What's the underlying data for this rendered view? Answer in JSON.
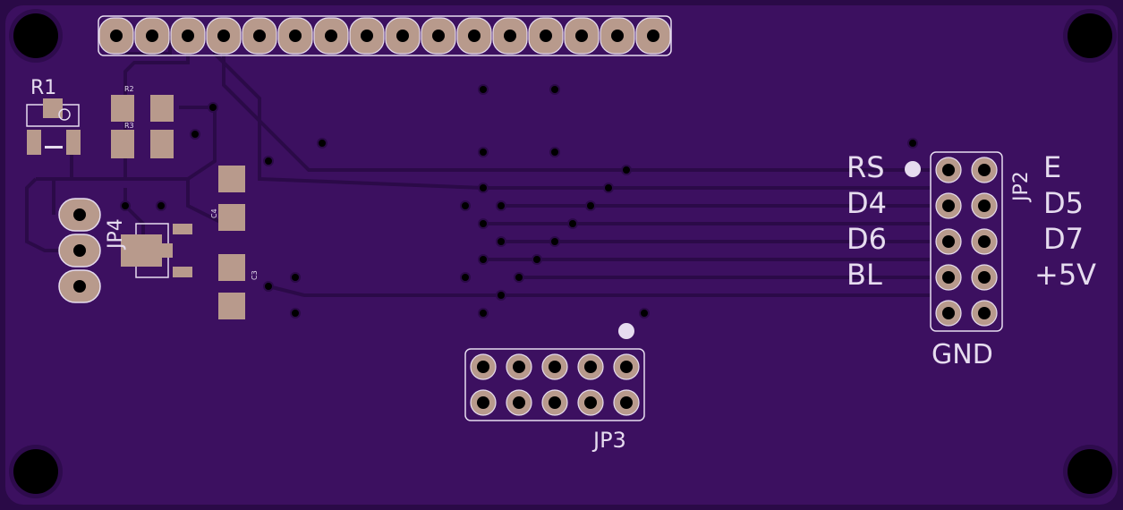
{
  "labels": {
    "r1": "R1",
    "r2": "R2",
    "r3": "R3",
    "c3": "C3",
    "c4": "C4",
    "jp2": "JP2",
    "jp3": "JP3",
    "jp4": "JP4",
    "rs": "RS",
    "d4": "D4",
    "d6": "D6",
    "bl": "BL",
    "e": "E",
    "d5": "D5",
    "d7": "D7",
    "v5": "+5V",
    "gnd": "GND"
  },
  "colors": {
    "board": "#3a0f5e",
    "board_edge": "#2a0a47",
    "copper_pad": "#b89a8c",
    "silkscreen": "#e6dcef",
    "trace": "#2b0a48",
    "drill": "#000000"
  }
}
